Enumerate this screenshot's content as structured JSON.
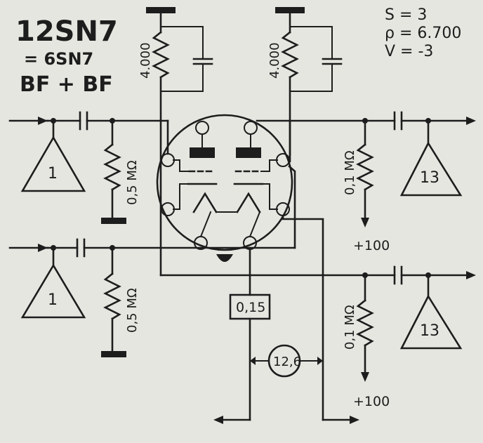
{
  "header": {
    "tube_main": "12SN7",
    "tube_equiv": "= 6SN7",
    "function": "BF + BF"
  },
  "params": {
    "s": "S = 3",
    "rho": "ρ = 6.700",
    "v": "V = -3"
  },
  "anode_resistor_left": "4.000",
  "anode_resistor_right": "4.000",
  "grid_resistor_top": "0,5 MΩ",
  "grid_resistor_bottom": "0,5 MΩ",
  "load_resistor_top": "0,1 MΩ",
  "load_resistor_bottom": "0,1 MΩ",
  "supply_top": "+100",
  "supply_bottom": "+100",
  "input_stage_top": "1",
  "input_stage_bottom": "1",
  "output_stage_top": "13",
  "output_stage_bottom": "13",
  "heater_current": "0,15",
  "heater_voltage": "12,6",
  "colors": {
    "ink": "#1d1d1d",
    "paper": "#e6e6e1"
  }
}
